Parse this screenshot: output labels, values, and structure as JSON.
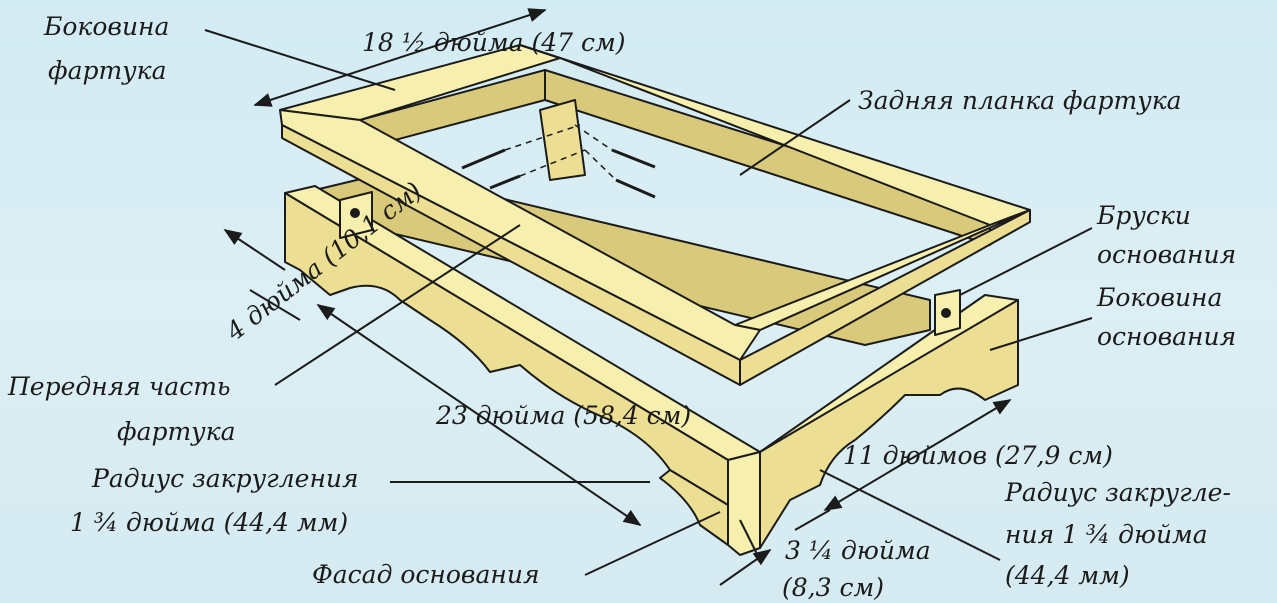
{
  "labels": {
    "apron_side_1": "Боковина",
    "apron_side_2": "фартука",
    "dim_18": "18 ½ дюйма (47 см)",
    "back_rail": "Задняя планка фартука",
    "base_blocks_1": "Бруски",
    "base_blocks_2": "основания",
    "base_side_1": "Боковина",
    "base_side_2": "основания",
    "dim_4": "4 дюйма (10,1 см)",
    "front_apron_1": "Передняя часть",
    "front_apron_2": "фартука",
    "dim_23": "23 дюйма (58,4 см)",
    "dim_11": "11 дюймов (27,9 см)",
    "radius_left_1": "Радиус закругления",
    "radius_left_2": "1 ¾ дюйма (44,4 мм)",
    "radius_right_1": "Радиус закругле-",
    "radius_right_2": "ния 1 ¾ дюйма",
    "radius_right_3": "(44,4 мм)",
    "dim_3_1": "3 ¼ дюйма",
    "dim_3_2": "(8,3 см)",
    "base_front": "Фасад основания"
  },
  "colors": {
    "wood": "#f6efad",
    "wood_side": "#ecdf93",
    "wood_dark": "#d9c97a",
    "ink": "#1b1b1b",
    "background": "#d8ecf2"
  }
}
